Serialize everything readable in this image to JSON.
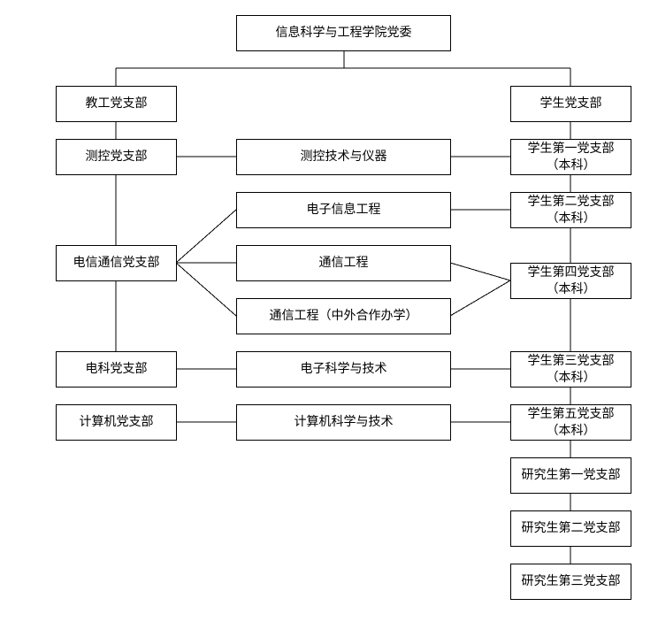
{
  "committee": "信息科学与工程学院党委",
  "faculty": {
    "header": "教工党支部",
    "branches": {
      "measurement": "测控党支部",
      "telecom": "电信通信党支部",
      "electronic_science": "电科党支部",
      "computer": "计算机党支部"
    }
  },
  "majors": {
    "measurement_instruments": "测控技术与仪器",
    "electronic_info_eng": "电子信息工程",
    "communication_eng": "通信工程",
    "communication_eng_coop": "通信工程（中外合作办学）",
    "electronic_science_tech": "电子科学与技术",
    "computer_science_tech": "计算机科学与技术"
  },
  "students": {
    "header": "学生党支部",
    "branch1": {
      "name": "学生第一党支部",
      "note": "（本科）"
    },
    "branch2": {
      "name": "学生第二党支部",
      "note": "（本科）"
    },
    "branch4": {
      "name": "学生第四党支部",
      "note": "（本科）"
    },
    "branch3": {
      "name": "学生第三党支部",
      "note": "（本科）"
    },
    "branch5": {
      "name": "学生第五党支部",
      "note": "（本科）"
    },
    "grad1": "研究生第一党支部",
    "grad2": "研究生第二党支部",
    "grad3": "研究生第三党支部"
  }
}
